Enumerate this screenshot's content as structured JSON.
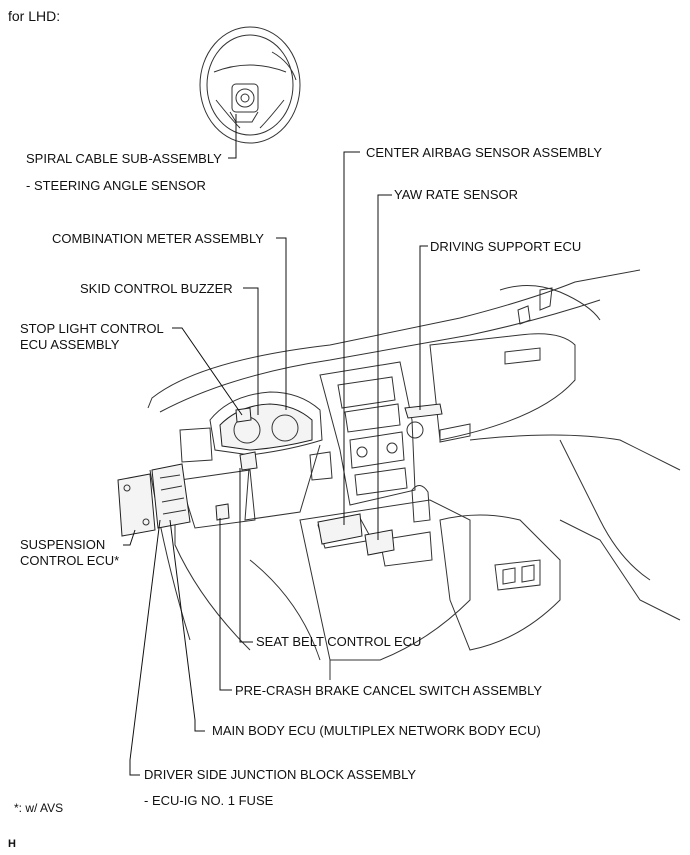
{
  "header": {
    "title": "for LHD:"
  },
  "labels": {
    "spiral_cable": "SPIRAL CABLE SUB-ASSEMBLY",
    "steering_angle": "- STEERING ANGLE SENSOR",
    "combination_meter": "COMBINATION METER ASSEMBLY",
    "skid_buzzer": "SKID CONTROL BUZZER",
    "stop_light_line1": "STOP LIGHT CONTROL",
    "stop_light_line2": "ECU ASSEMBLY",
    "center_airbag": "CENTER AIRBAG SENSOR ASSEMBLY",
    "yaw_rate": "YAW RATE SENSOR",
    "driving_support": "DRIVING SUPPORT ECU",
    "suspension_line1": "SUSPENSION",
    "suspension_line2": "CONTROL ECU*",
    "seat_belt": "SEAT BELT CONTROL ECU",
    "precrash": "PRE-CRASH BRAKE CANCEL SWITCH ASSEMBLY",
    "main_body": "MAIN BODY ECU (MULTIPLEX NETWORK BODY ECU)",
    "junction_block": "DRIVER SIDE JUNCTION BLOCK ASSEMBLY",
    "ecu_ig_fuse": "- ECU-IG NO. 1 FUSE"
  },
  "footnote": "*: w/ AVS",
  "figure_code": "H"
}
